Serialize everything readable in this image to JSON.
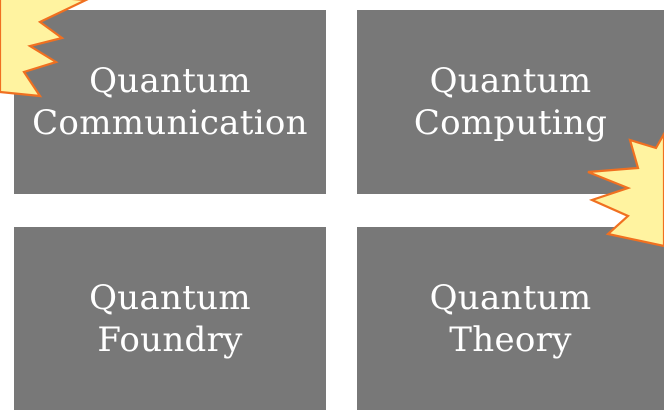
{
  "tiles": [
    {
      "line1": "Quantum",
      "line2": "Communication"
    },
    {
      "line1": "Quantum",
      "line2": "Computing"
    },
    {
      "line1": "Quantum",
      "line2": "Foundry"
    },
    {
      "line1": "Quantum",
      "line2": "Theory"
    }
  ],
  "colors": {
    "tile": "#787878",
    "tile_text": "#ffffff",
    "burst_fill": "#fff3a0",
    "burst_stroke": "#f07020"
  }
}
